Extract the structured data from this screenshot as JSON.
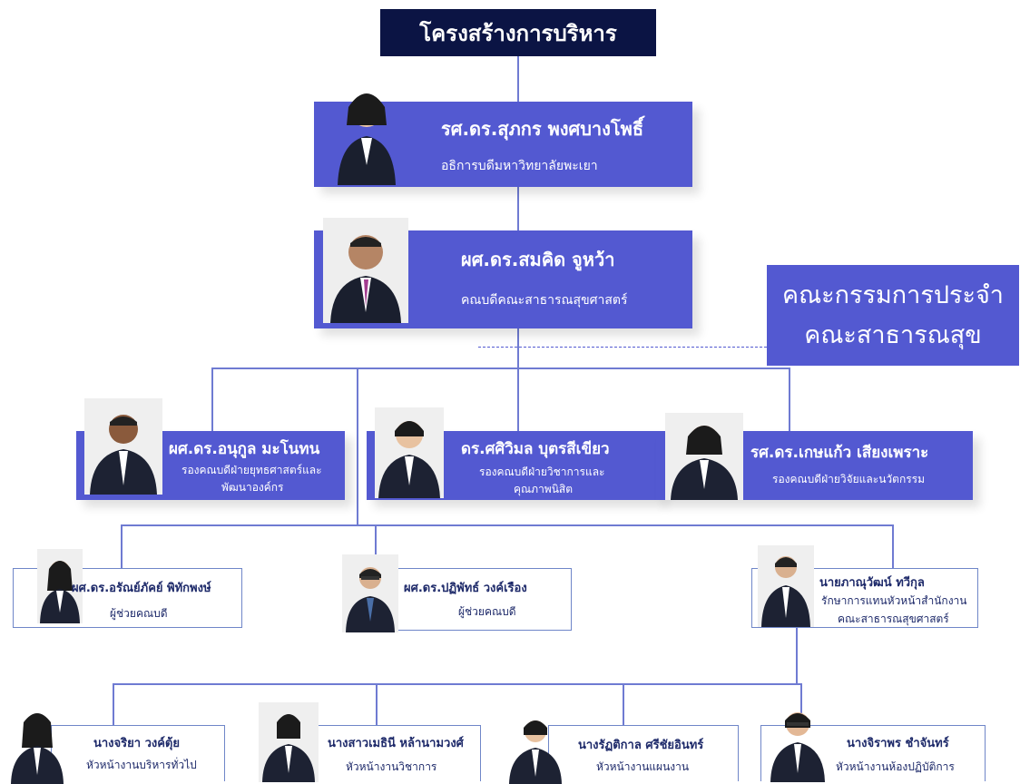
{
  "title": "โครงสร้างการบริหาร",
  "committee": {
    "line1": "คณะกรรมการประจำ",
    "line2": "คณะสาธารณสุข"
  },
  "dean_president": {
    "name": "รศ.ดร.สุภกร พงศบางโพธิ์",
    "role": "อธิการบดีมหาวิทยาลัยพะเยา"
  },
  "dean": {
    "name": "ผศ.ดร.สมคิด จูหว้า",
    "role": "คณบดีคณะสาธารณสุขศาสตร์"
  },
  "vice_deans": [
    {
      "name": "ผศ.ดร.อนุกูล มะโนทน",
      "role_l1": "รองคณบดีฝ่ายยุทธศาสตร์และ",
      "role_l2": "พัฒนาองค์กร"
    },
    {
      "name": "ดร.ศศิวิมล บุตรสีเขียว",
      "role_l1": "รองคณบดีฝ่ายวิชาการและ",
      "role_l2": "คุณภาพนิสิต"
    },
    {
      "name": "รศ.ดร.เกษแก้ว เสียงเพราะ",
      "role_l1": "รองคณบดีฝ่ายวิจัยและนวัตกรรม",
      "role_l2": ""
    }
  ],
  "assistants": [
    {
      "name": "ผศ.ดร.อรัณย์ภัคย์ พิทักพงษ์",
      "role_l1": "ผู้ช่วยคณบดี",
      "role_l2": ""
    },
    {
      "name": "ผศ.ดร.ปฏิพัทธ์ วงค์เรือง",
      "role_l1": "ผู้ช่วยคณบดี",
      "role_l2": ""
    },
    {
      "name": "นายภาณุวัฒน์ ทวีกุล",
      "role_l1": "รักษาการแทนหัวหน้าสำนักงาน",
      "role_l2": "คณะสาธารณสุขศาสตร์"
    }
  ],
  "staff": [
    {
      "name": "นางจริยา วงค์ตุ้ย",
      "role": "หัวหน้างานบริหารทั่วไป"
    },
    {
      "name": "นางสาวเมธินี หล้านามวงศ์",
      "role": "หัวหน้างานวิชาการ"
    },
    {
      "name": "นางรัฏติกาล ศรีชัยอินทร์",
      "role": "หัวหน้างานแผนงาน"
    },
    {
      "name": "นางจิราพร ชำจันทร์",
      "role": "หัวหน้างานห้องปฏิบัติการ"
    }
  ],
  "colors": {
    "navy": "#0b1444",
    "card_blue": "#5359d1",
    "line": "#6f7bd2",
    "text_dark": "#1e2a6a"
  },
  "icons": {
    "portrait": "person-photo"
  }
}
